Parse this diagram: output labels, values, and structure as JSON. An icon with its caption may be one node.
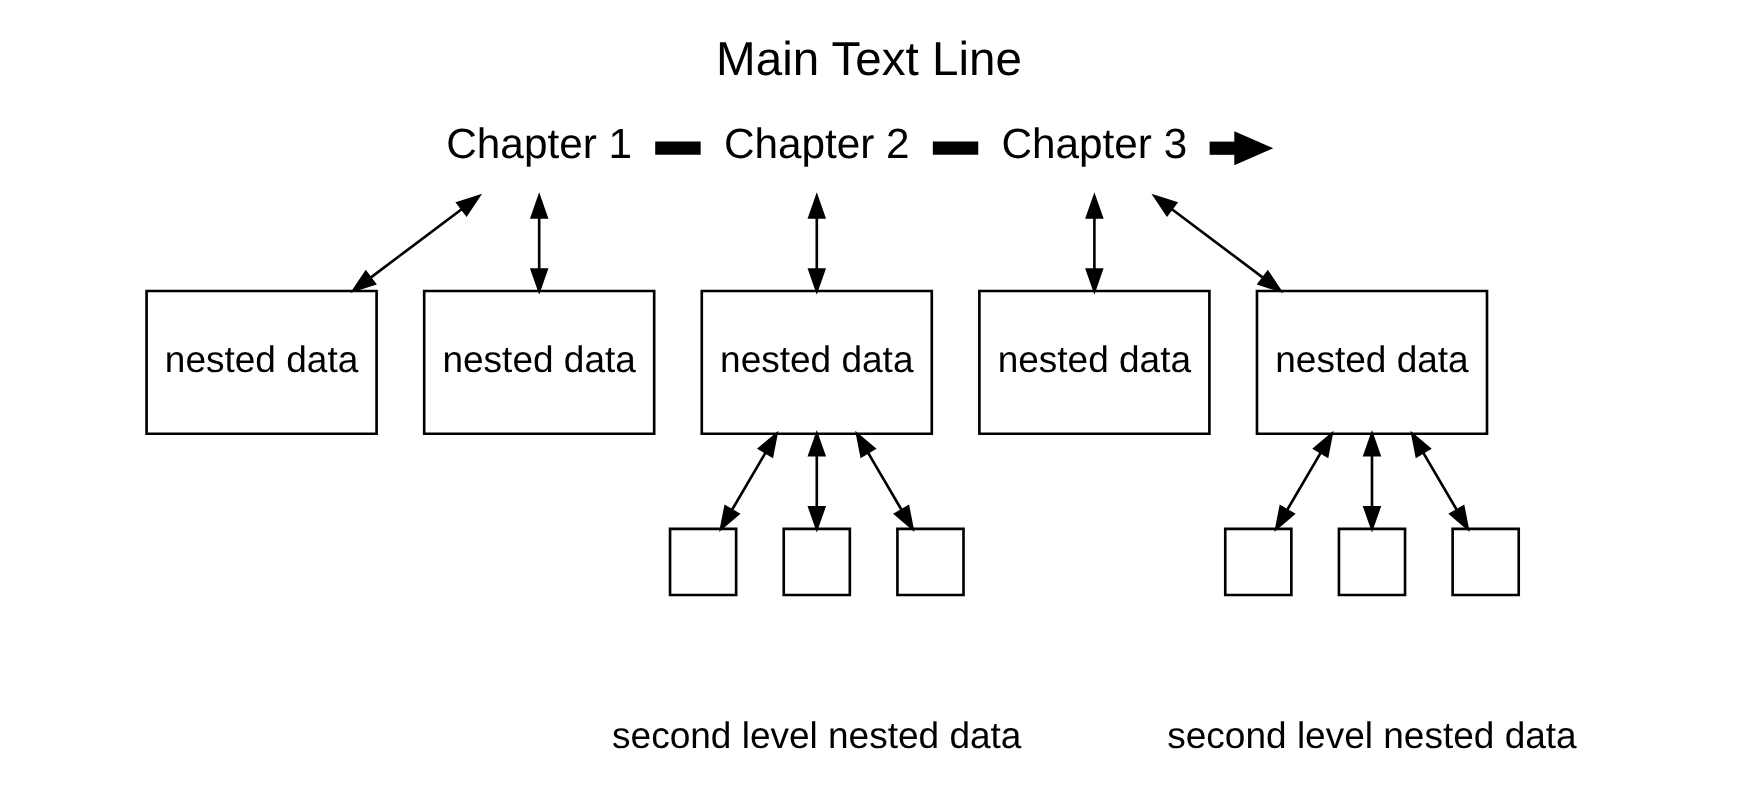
{
  "diagram": {
    "title": "Main Text Line",
    "nodes": [
      {
        "text": [
          "Chapter 1"
        ]
      },
      {
        "text": [
          "Chapter 2"
        ]
      },
      {
        "text": [
          "Chapter 3"
        ]
      },
      {
        "text": [
          "nested data"
        ]
      },
      {
        "text": [
          "nested data"
        ]
      },
      {
        "text": [
          "nested data"
        ]
      },
      {
        "text": [],
        "shape": "box"
      },
      {
        "text": [],
        "shape": "box"
      },
      {
        "text": [],
        "shape": "box"
      },
      {
        "text": [
          "nested data"
        ]
      },
      {
        "text": [
          "nested data"
        ]
      },
      {
        "text": [],
        "shape": "box"
      },
      {
        "text": [],
        "shape": "box"
      },
      {
        "text": [],
        "shape": "box"
      }
    ],
    "edges": [
      {
        "from": 0,
        "to": 1,
        "arrow": "none",
        "style": "thick"
      },
      {
        "from": 1,
        "to": 2,
        "arrow": "none",
        "style": "thick"
      },
      {
        "from": 2,
        "to": null,
        "arrow": "to",
        "style": "thick"
      },
      {
        "from": 0,
        "to": 3,
        "arrow": "both"
      },
      {
        "from": 0,
        "to": 4,
        "arrow": "both"
      },
      {
        "from": 1,
        "to": 5,
        "arrow": "both"
      },
      {
        "from": 5,
        "to": 6,
        "arrow": "both"
      },
      {
        "from": 5,
        "to": 7,
        "arrow": "both"
      },
      {
        "from": 5,
        "to": 8,
        "arrow": "both"
      },
      {
        "from": 2,
        "to": 9,
        "arrow": "both"
      },
      {
        "from": 2,
        "to": 10,
        "arrow": "both"
      },
      {
        "from": 10,
        "to": 11,
        "arrow": "both"
      },
      {
        "from": 10,
        "to": 12,
        "arrow": "both"
      },
      {
        "from": 10,
        "to": 13,
        "arrow": "both"
      }
    ],
    "labels": [
      "second level nested data",
      "second level nested data"
    ]
  }
}
